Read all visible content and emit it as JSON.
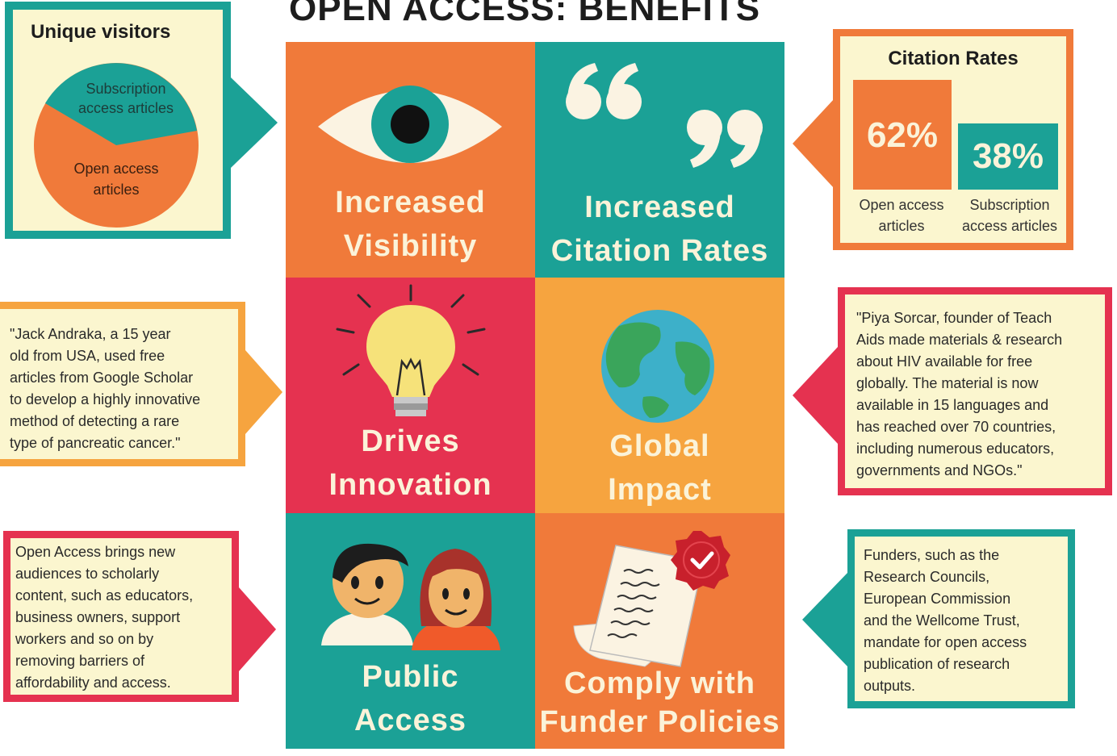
{
  "title": "OPEN ACCESS: BENEFITS",
  "colors": {
    "orange": "#f07a3a",
    "teal": "#1ba196",
    "red": "#e53250",
    "yellow": "#f6a43f",
    "cream": "#fbf6cf"
  },
  "tiles": [
    {
      "line1": "Increased",
      "line2": "Visibility",
      "icon": "eye-icon"
    },
    {
      "line1": "Increased",
      "line2": "Citation Rates",
      "icon": "quote-icon"
    },
    {
      "line1": "Drives",
      "line2": "Innovation",
      "icon": "lightbulb-icon"
    },
    {
      "line1": "Global",
      "line2": "Impact",
      "icon": "globe-icon"
    },
    {
      "line1": "Public",
      "line2": "Access",
      "icon": "people-icon"
    },
    {
      "line1": "Comply with",
      "line2": "Funder Policies",
      "icon": "document-icon"
    }
  ],
  "visitors": {
    "title": "Unique visitors",
    "subscription_label_1": "Subscription",
    "subscription_label_2": "access articles",
    "open_label_1": "Open access",
    "open_label_2": "articles"
  },
  "citation": {
    "title": "Citation Rates",
    "open_value": "62%",
    "subscription_value": "38%",
    "open_label_1": "Open access",
    "open_label_2": "articles",
    "subscription_label_1": "Subscription",
    "subscription_label_2": "access articles",
    "open_share": 62,
    "subscription_share": 38
  },
  "quotes": {
    "innovation": [
      "\"Jack Andraka, a 15 year",
      "old from USA, used free",
      "articles from Google Scholar",
      "to develop a highly innovative",
      "method of detecting a rare",
      "type of pancreatic cancer.\""
    ],
    "global": [
      "\"Piya Sorcar, founder of Teach",
      "Aids made materials & research",
      "about HIV available  for free",
      "globally. The material is now",
      "available in 15 languages and",
      "has reached over 70 countries,",
      "including numerous educators,",
      "governments and NGOs.\""
    ],
    "public": [
      "Open Access brings new",
      "audiences to scholarly",
      "content, such as educators,",
      "business owners, support",
      "workers and so on by",
      "removing barriers of",
      "affordability and access."
    ],
    "funder": [
      "Funders, such as the",
      "Research Councils,",
      "European Commission",
      "and the Wellcome Trust,",
      "mandate for open access",
      "publication of research",
      "outputs."
    ]
  }
}
